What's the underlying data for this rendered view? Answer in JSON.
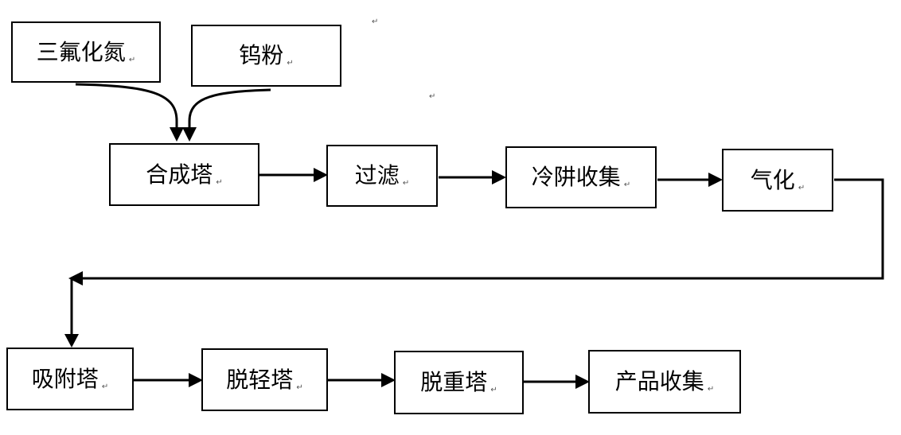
{
  "diagram": {
    "para_mark": "↵",
    "nodes": {
      "nitrogen_trifluoride": "三氟化氮",
      "tungsten_powder": "钨粉",
      "synthesis_tower": "合成塔",
      "filtration": "过滤",
      "cold_trap_collection": "冷阱收集",
      "gasification": "气化",
      "adsorption_tower": "吸附塔",
      "light_removal_tower": "脱轻塔",
      "heavy_removal_tower": "脱重塔",
      "product_collection": "产品收集"
    }
  }
}
